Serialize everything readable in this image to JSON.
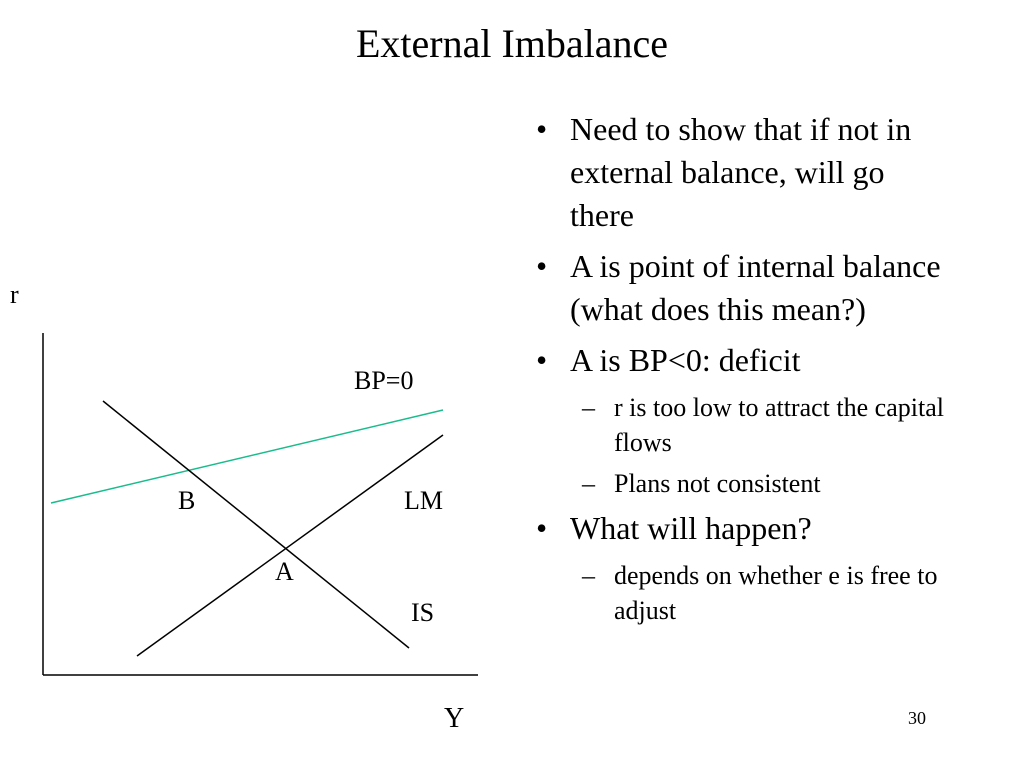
{
  "slide": {
    "title": "External Imbalance",
    "page_number": "30"
  },
  "diagram": {
    "y_axis_label": "r",
    "x_axis_label": "Y",
    "curves": {
      "bp": {
        "label": "BP=0",
        "color": "#1abc8c"
      },
      "lm": {
        "label": "LM"
      },
      "is": {
        "label": "IS"
      }
    },
    "points": {
      "a": {
        "label": "A"
      },
      "b": {
        "label": "B"
      }
    }
  },
  "bullets": [
    {
      "level": 1,
      "text": "Need to show that if not in external balance, will go there"
    },
    {
      "level": 1,
      "text": "A is point of internal balance (what does this mean?)"
    },
    {
      "level": 1,
      "text": "A is BP<0: deficit"
    },
    {
      "level": 2,
      "text": "r is too low to attract the capital flows"
    },
    {
      "level": 2,
      "text": "Plans not consistent"
    },
    {
      "level": 1,
      "text": "What will happen?"
    },
    {
      "level": 2,
      "text": " depends on whether e is free to adjust"
    }
  ]
}
